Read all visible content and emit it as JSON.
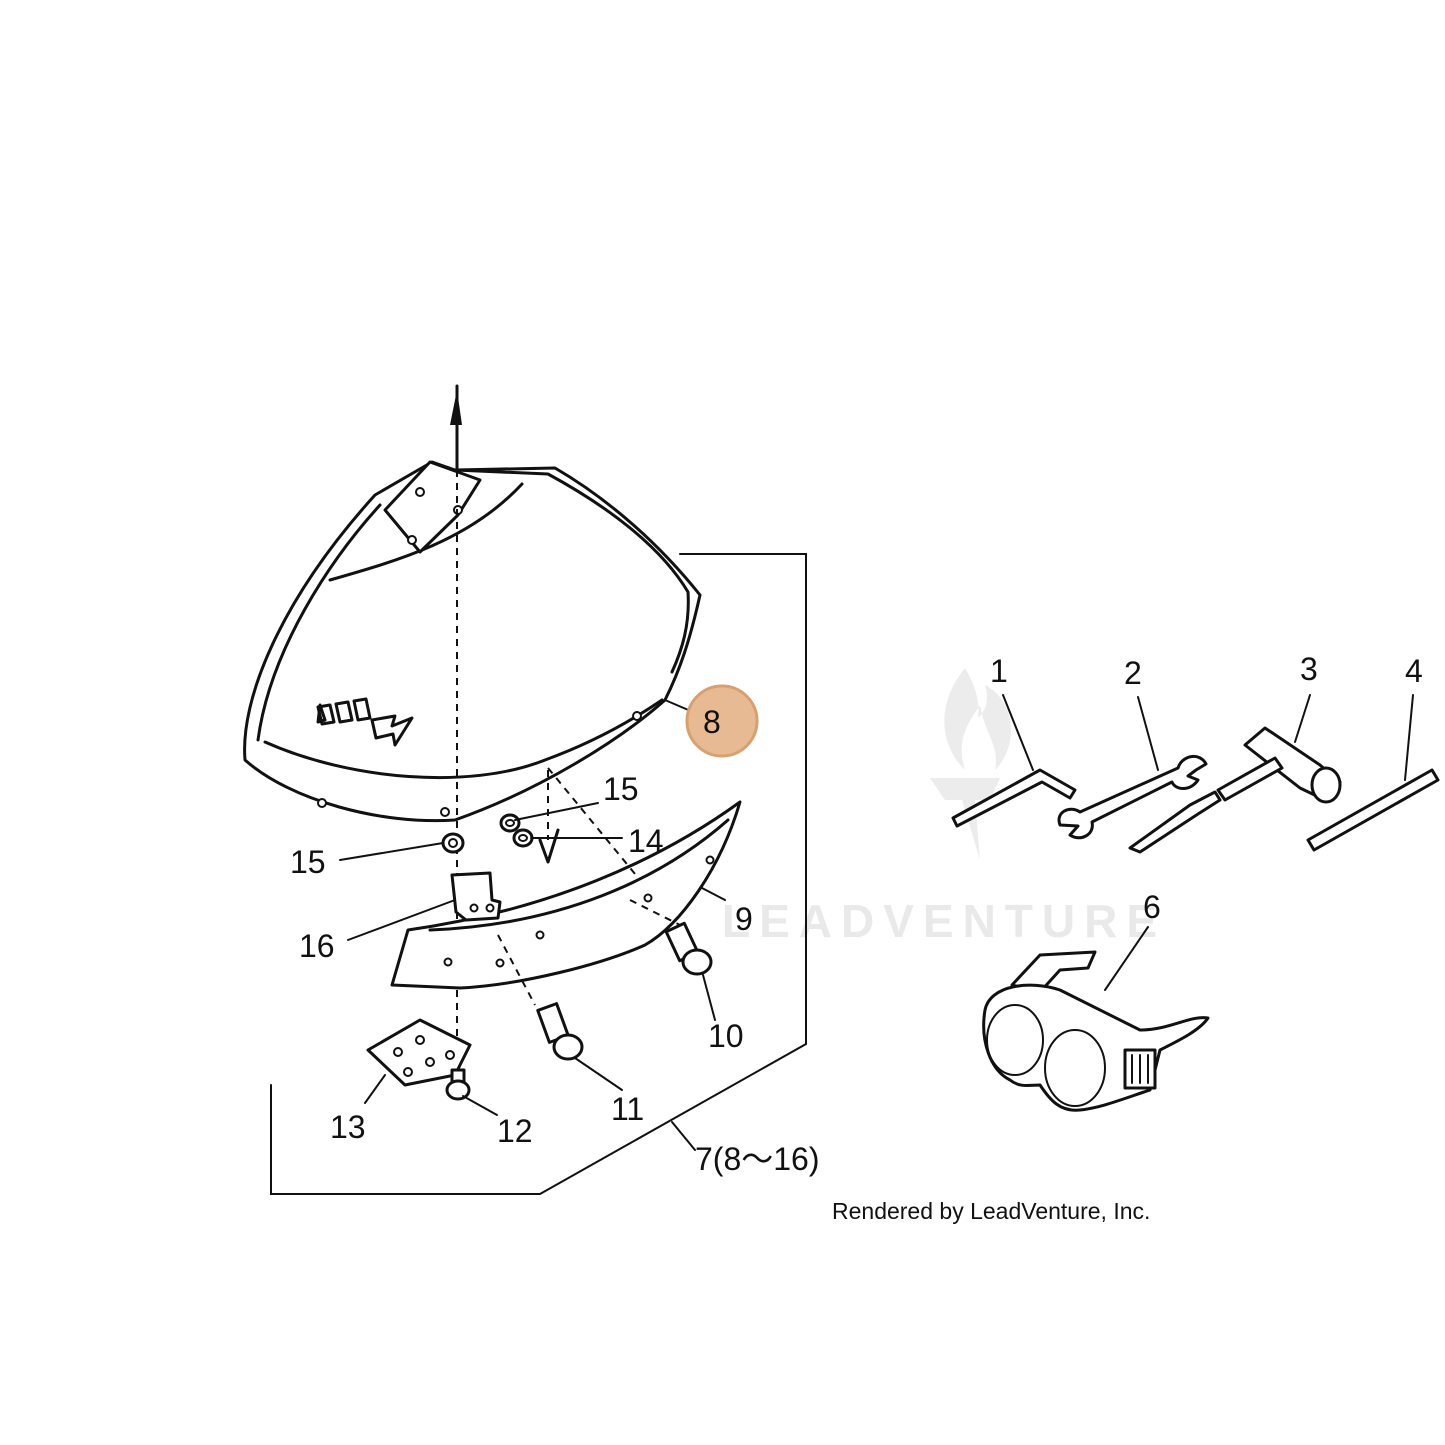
{
  "watermark": {
    "text": "LEADVENTURE"
  },
  "callouts": {
    "c1": "1",
    "c2": "2",
    "c3": "3",
    "c4": "4",
    "c6": "6",
    "c7": "7(8～16)",
    "c8": "8",
    "c9": "9",
    "c10": "10",
    "c11": "11",
    "c12": "12",
    "c13": "13",
    "c14": "14",
    "c15_upper": "15",
    "c15_left": "15",
    "c16": "16"
  },
  "highlight": {
    "part": "8",
    "color": "#e7ba93",
    "stroke": "#d9a06f"
  },
  "credit": "Rendered by LeadVenture, Inc."
}
